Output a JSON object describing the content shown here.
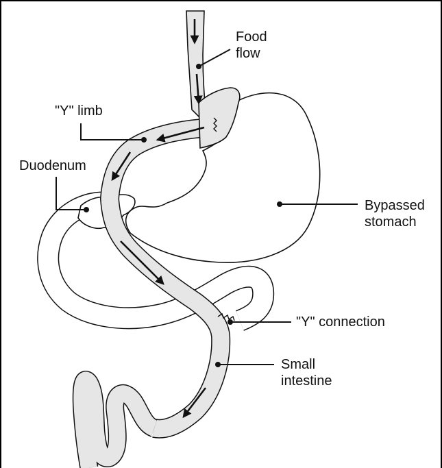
{
  "labels": {
    "food_flow": [
      "Food",
      "flow"
    ],
    "y_limb": "\"Y\" limb",
    "duodenum": "Duodenum",
    "bypassed_stomach": [
      "Bypassed",
      "stomach"
    ],
    "y_connection": "\"Y\" connection",
    "small_intestine": [
      "Small",
      "intestine"
    ]
  },
  "colors": {
    "tube_fill": "#e6e6e6",
    "outline": "#111111",
    "background": "#ffffff"
  }
}
